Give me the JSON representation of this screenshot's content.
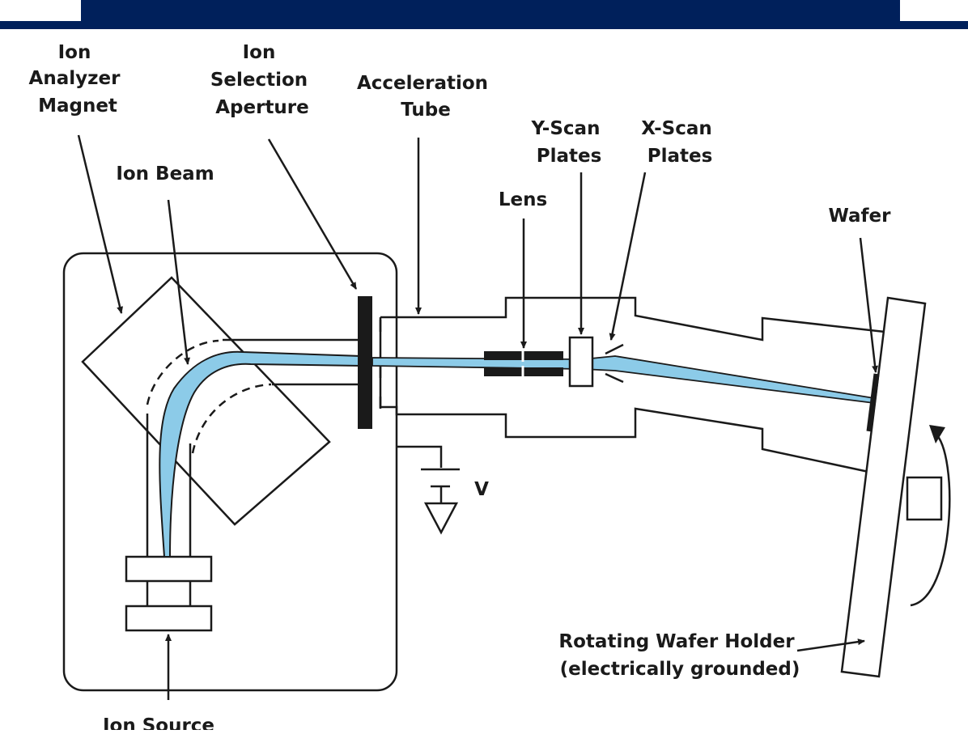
{
  "header": {
    "color": "#00205b"
  },
  "colors": {
    "beam": "#8ccbe8",
    "stroke": "#1a1a1a"
  },
  "labels": {
    "ion_analyzer_magnet": [
      "Ion",
      "Analyzer",
      "Magnet"
    ],
    "ion_selection_aperture": [
      "Ion",
      "Selection",
      "Aperture"
    ],
    "acceleration_tube": [
      "Acceleration",
      "Tube"
    ],
    "y_scan_plates": [
      "Y-Scan",
      "Plates"
    ],
    "x_scan_plates": [
      "X-Scan",
      "Plates"
    ],
    "ion_beam": "Ion Beam",
    "lens": "Lens",
    "wafer": "Wafer",
    "voltage": "V",
    "rotating_wafer_holder": [
      "Rotating Wafer Holder",
      "(electrically grounded)"
    ],
    "ion_source": "Ion Source"
  }
}
